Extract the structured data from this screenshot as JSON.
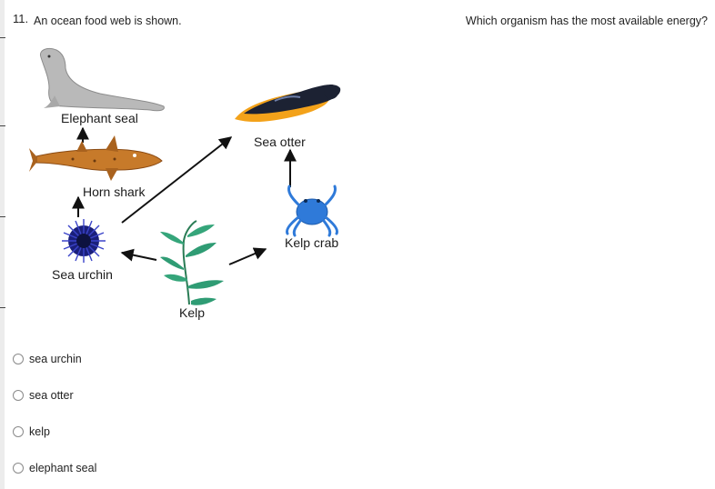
{
  "question": {
    "number": "11.",
    "prompt": "An ocean food web is shown.",
    "ask": "Which organism has the most available energy?"
  },
  "figure": {
    "labels": {
      "elephant_seal": "Elephant seal",
      "sea_otter": "Sea otter",
      "horn_shark": "Horn shark",
      "kelp_crab": "Kelp crab",
      "sea_urchin": "Sea urchin",
      "kelp": "Kelp"
    }
  },
  "choices": [
    {
      "label": "sea urchin",
      "selected": false
    },
    {
      "label": "sea otter",
      "selected": false
    },
    {
      "label": "kelp",
      "selected": false
    },
    {
      "label": "elephant seal",
      "selected": false
    }
  ],
  "colors": {
    "seal": "#b9b9b9",
    "shark": "#c77a2a",
    "otter": "#1c2233",
    "crab": "#2f7ad9",
    "urchin": "#1a1f7a",
    "kelp": "#2f9c74"
  }
}
